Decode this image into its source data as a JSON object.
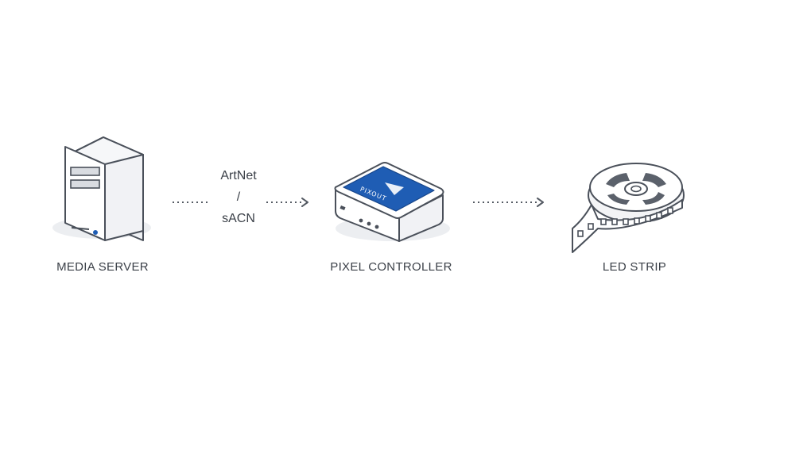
{
  "nodes": [
    {
      "id": "media-server",
      "label": "MEDIA SERVER",
      "icon": "server-tower-icon"
    },
    {
      "id": "pixel-controller",
      "label": "PIXEL CONTROLLER",
      "icon": "controller-box-icon",
      "device_brand": "PIXOUT"
    },
    {
      "id": "led-strip",
      "label": "LED STRIP",
      "icon": "led-strip-reel-icon"
    }
  ],
  "connections": [
    {
      "from": "media-server",
      "to": "pixel-controller",
      "protocol": [
        "ArtNet",
        "/",
        "sACN"
      ],
      "style": "dotted-arrow"
    },
    {
      "from": "pixel-controller",
      "to": "led-strip",
      "style": "dotted-arrow"
    }
  ],
  "colors": {
    "outline": "#4a505a",
    "text": "#3b4048",
    "controller_panel": "#1f5db4",
    "accent_dot": "#1f5db4",
    "shadow": "#eceef1"
  }
}
